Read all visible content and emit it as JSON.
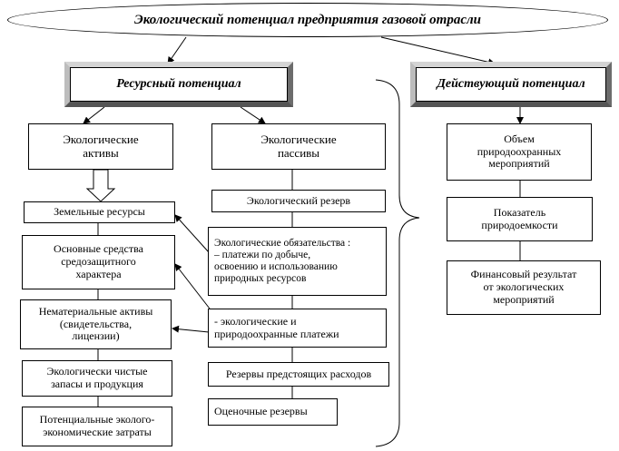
{
  "title": "Экологический  потенциал  предприятия  газовой  отрасли",
  "resource_potential": {
    "label": "Ресурсный  потенциал",
    "assets": {
      "header": [
        "Экологические",
        "активы"
      ],
      "items": [
        [
          "Земельные   ресурсы"
        ],
        [
          "Основные   средства",
          "средозащитного",
          "характера"
        ],
        [
          "Нематериальные активы",
          "(свидетельства,",
          "лицензии)"
        ],
        [
          "Экологически чистые",
          "запасы и продукция"
        ],
        [
          "Потенциальные эколого-",
          "экономические затраты"
        ]
      ]
    },
    "liabilities": {
      "header": [
        "Экологические",
        "пассивы"
      ],
      "items": [
        [
          "Экологический  резерв"
        ],
        [
          "Экологические  обязательства :",
          "–   платежи по добыче,",
          "освоению и использованию",
          "природных ресурсов"
        ],
        [
          "- экологические и",
          "природоохранные платежи"
        ],
        [
          "Резервы предстоящих расходов"
        ],
        [
          "Оценочные   резервы"
        ]
      ]
    }
  },
  "active_potential": {
    "label": "Действующий  потенциал",
    "items": [
      [
        "Объем",
        "природоохранных",
        "мероприятий"
      ],
      [
        "Показатель",
        "природоемкости"
      ],
      [
        "Финансовый  результат",
        "от  экологических",
        "мероприятий"
      ]
    ]
  }
}
